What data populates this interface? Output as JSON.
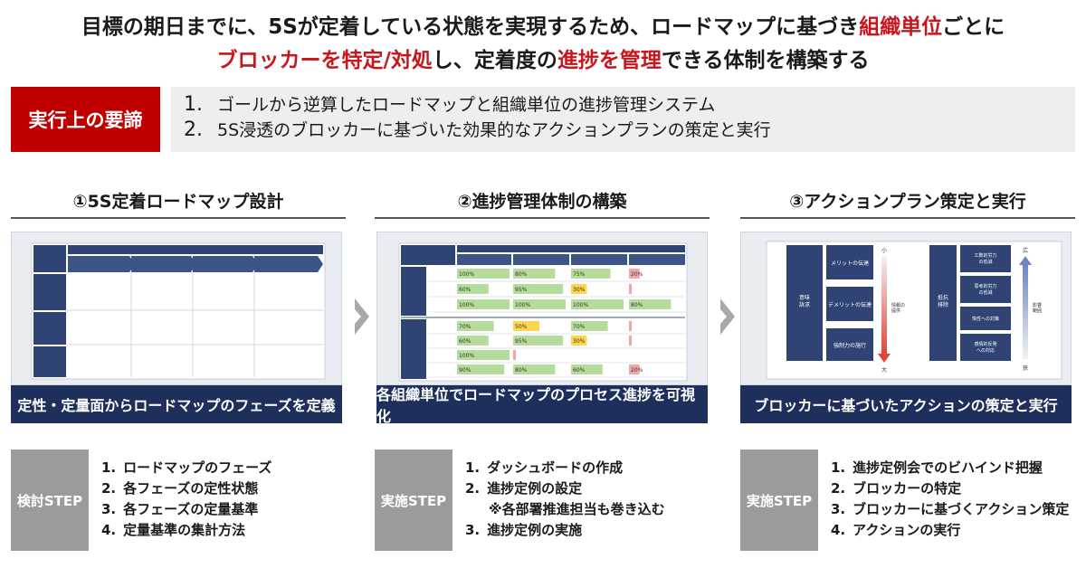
{
  "headline": {
    "l1_a": "目標の期日までに、5Sが定着している状態を実現するため、ロードマップに基づき",
    "l1_b": "組織単位",
    "l1_c": "ごとに",
    "l2_a": "ブロッカーを特定/対処",
    "l2_b": "し、定着度の",
    "l2_c": "進捗を管理",
    "l2_d": "できる体制を構築する"
  },
  "key_points": {
    "label": "実行上の要諦",
    "items": [
      {
        "num": "1.",
        "text": "ゴールから逆算したロードマップと組織単位の進捗管理システム"
      },
      {
        "num": "2.",
        "text": "5S浸透のブロッカーに基づいた効果的なアクションプランの策定と実行"
      }
    ]
  },
  "columns": [
    {
      "title": "①5S定着ロードマップ設計",
      "caption": "定性・定量面からロードマップのフェーズを定義",
      "step_label": "検討STEP",
      "steps": [
        {
          "num": "1.",
          "text": "ロードマップのフェーズ"
        },
        {
          "num": "2.",
          "text": "各フェーズの定性状態"
        },
        {
          "num": "3.",
          "text": "各フェーズの定量基準"
        },
        {
          "num": "4.",
          "text": "定量基準の集計方法"
        }
      ]
    },
    {
      "title": "②進捗管理体制の構築",
      "caption": "各組織単位でロードマップのプロセス進捗を可視化",
      "step_label": "実施STEP",
      "steps": [
        {
          "num": "1.",
          "text": "ダッシュボードの作成"
        },
        {
          "num": "2.",
          "text": "進捗定例の設定"
        },
        {
          "num": "3.",
          "text": "進捗定例の実施"
        }
      ],
      "note": "※各部署推進担当も巻き込む"
    },
    {
      "title": "③アクションプラン策定と実行",
      "caption": "ブロッカーに基づいたアクションの策定と実行",
      "step_label": "実施STEP",
      "steps": [
        {
          "num": "1.",
          "text": "進捗定例会でのビハインド把握"
        },
        {
          "num": "2.",
          "text": "ブロッカーの特定"
        },
        {
          "num": "3.",
          "text": "ブロッカーに基づくアクション策定"
        },
        {
          "num": "4.",
          "text": "アクションの実行"
        }
      ]
    }
  ],
  "thumb_dashboard": {
    "rows": [
      [
        "100%",
        "80%",
        "75%",
        "20%"
      ],
      [
        "60%",
        "95%",
        "30%",
        ""
      ],
      [
        "100%",
        "100%",
        "100%",
        "80%"
      ],
      [
        "70%",
        "50%",
        "70%",
        ""
      ],
      [
        "60%",
        "95%",
        "30%",
        ""
      ],
      [
        "100%",
        "",
        "",
        ""
      ],
      [
        "90%",
        "80%",
        "60%",
        "20%"
      ]
    ],
    "levels": [
      [
        1.0,
        0.8,
        0.75,
        0.2
      ],
      [
        0.6,
        0.95,
        0.3,
        0.05
      ],
      [
        1.0,
        1.0,
        1.0,
        0.8
      ],
      [
        0.7,
        0.5,
        0.7,
        0.05
      ],
      [
        0.6,
        0.95,
        0.3,
        0.05
      ],
      [
        1.0,
        0.05,
        0.0,
        0.0
      ],
      [
        0.9,
        0.8,
        0.6,
        0.2
      ]
    ]
  },
  "thumb_action": {
    "left_block": "意味\n訴求",
    "left_items": [
      "メリットの伝達",
      "デメリットの伝達",
      "強制力の施行"
    ],
    "axis1_top": "小",
    "axis1_bottom": "大",
    "axis1_mid": "情報の\n提供",
    "right_block": "抵抗\n排除",
    "right_items": [
      "工数的労力\nの低減",
      "思考的労力\nの低減",
      "惰性への対策",
      "感情的反発\nへの対応"
    ],
    "axis2_top": "広",
    "axis2_bottom": "狭",
    "axis2_mid": "影響\n範囲"
  },
  "colors": {
    "accent_red": "#c00000",
    "navy": "#1f2f5c",
    "step_gray": "#9b9b9b",
    "green": "#b5dc9a",
    "yellow": "#ffd54f",
    "pink": "#f4a6a6"
  }
}
